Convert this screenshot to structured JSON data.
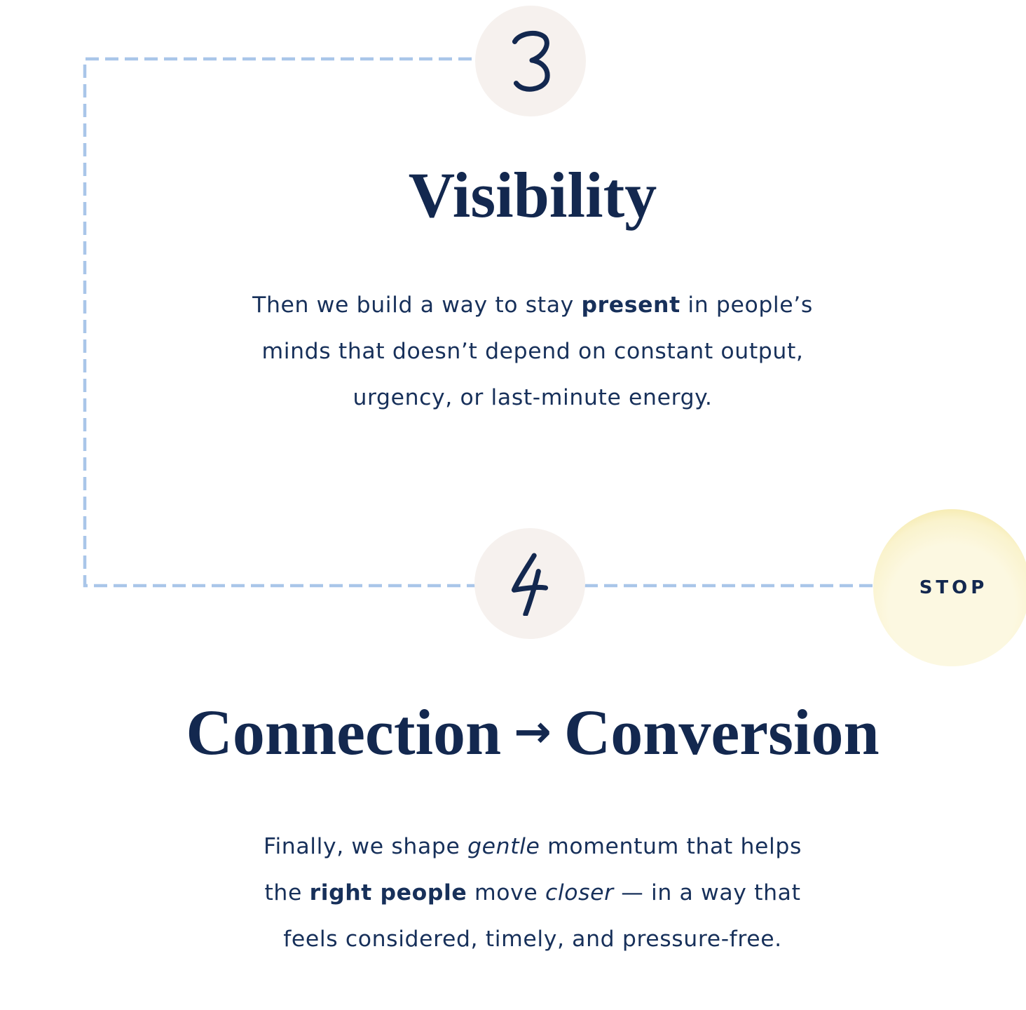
{
  "colors": {
    "text_navy": "#13284f",
    "dash_blue": "#a9c6e9",
    "step_circle_fill": "#f6f1ee",
    "stop_fill_pale": "#fbf6db",
    "stop_rim_gold": "#e6c52f",
    "background": "#ffffff"
  },
  "step3": {
    "number": "3",
    "title": "Visibility",
    "line1": {
      "a": "Then we build a way to stay ",
      "b": "present",
      "c": " in people’s"
    },
    "line2": "minds that doesn’t depend on constant output,",
    "line3": "urgency, or last-minute energy."
  },
  "step4": {
    "number": "4",
    "title_left": "Connection",
    "title_arrow": "→",
    "title_right": "Conversion",
    "line1": {
      "a": "Finally, we shape ",
      "i": "gentle",
      "b": " momentum that helps"
    },
    "line2": {
      "a": "the ",
      "b": "right people",
      "c": " move ",
      "d": "closer",
      "e": " — in a way that"
    },
    "line3": "feels considered, timely, and pressure-free."
  },
  "stop": {
    "label": "STOP"
  }
}
